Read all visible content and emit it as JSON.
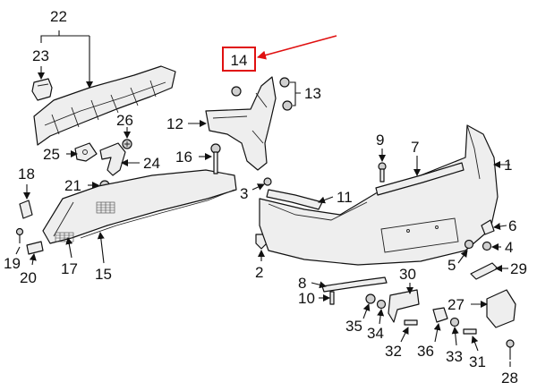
{
  "diagram": {
    "highlight": {
      "label": "14",
      "color": "#e01010"
    },
    "callouts": [
      {
        "id": "c1",
        "label": "1"
      },
      {
        "id": "c2",
        "label": "2"
      },
      {
        "id": "c3",
        "label": "3"
      },
      {
        "id": "c4",
        "label": "4"
      },
      {
        "id": "c5",
        "label": "5"
      },
      {
        "id": "c6",
        "label": "6"
      },
      {
        "id": "c8",
        "label": "8"
      },
      {
        "id": "c9",
        "label": "9"
      },
      {
        "id": "c7",
        "label": "7"
      },
      {
        "id": "c10",
        "label": "10"
      },
      {
        "id": "c11",
        "label": "11"
      },
      {
        "id": "c12",
        "label": "12"
      },
      {
        "id": "c13",
        "label": "13"
      },
      {
        "id": "c15",
        "label": "15"
      },
      {
        "id": "c16",
        "label": "16"
      },
      {
        "id": "c17",
        "label": "17"
      },
      {
        "id": "c18",
        "label": "18"
      },
      {
        "id": "c19",
        "label": "19"
      },
      {
        "id": "c20",
        "label": "20"
      },
      {
        "id": "c21",
        "label": "21"
      },
      {
        "id": "c22",
        "label": "22"
      },
      {
        "id": "c23",
        "label": "23"
      },
      {
        "id": "c24",
        "label": "24"
      },
      {
        "id": "c25",
        "label": "25"
      },
      {
        "id": "c26",
        "label": "26"
      },
      {
        "id": "c27",
        "label": "27"
      },
      {
        "id": "c28",
        "label": "28"
      },
      {
        "id": "c29",
        "label": "29"
      },
      {
        "id": "c30",
        "label": "30"
      },
      {
        "id": "c31",
        "label": "31"
      },
      {
        "id": "c32",
        "label": "32"
      },
      {
        "id": "c33",
        "label": "33"
      },
      {
        "id": "c34",
        "label": "34"
      },
      {
        "id": "c35",
        "label": "35"
      },
      {
        "id": "c36",
        "label": "36"
      }
    ]
  }
}
